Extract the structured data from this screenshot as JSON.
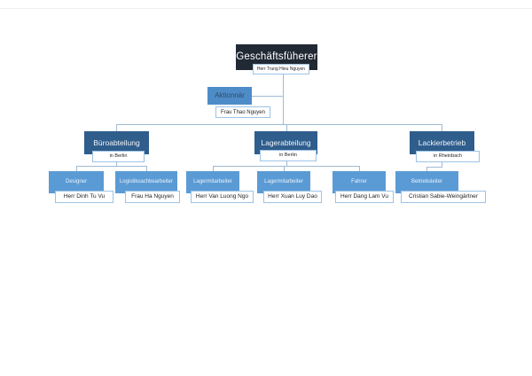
{
  "colors": {
    "root_fill": "#212934",
    "assistant_fill": "#4e8cc8",
    "department_fill": "#2f5d8c",
    "leaf_fill": "#5b9bd5",
    "tag_border": "#9dc3e6",
    "connector": "#9fbad3"
  },
  "chart": {
    "root": {
      "title": "Geschäftsfüherer",
      "name": "Herr Trung Hieu Nguyen"
    },
    "assistant": {
      "title": "Aktionnär",
      "name": "Frau Thao Nguyen"
    },
    "departments": [
      {
        "title": "Büroabteilung",
        "location": "in Berlin",
        "children": [
          {
            "title": "Designer",
            "name": "Herr Dinh Tu Vu"
          },
          {
            "title": "Logistiksachbearbeiter",
            "name": "Frau Ha Nguyen"
          }
        ]
      },
      {
        "title": "Lagerabteilung",
        "location": "in Berlin",
        "children": [
          {
            "title": "Lagermitarbeiter",
            "name": "Herr Van Luong Ngo"
          },
          {
            "title": "Lagermitarbeiter",
            "name": "Herr Xuan Luy Dao"
          },
          {
            "title": "Fahrer",
            "name": "Herr Dang Lam Vu"
          }
        ]
      },
      {
        "title": "Lackierbetrieb",
        "location": "in Rheinbach",
        "children": [
          {
            "title": "Betriebsleiter",
            "name": "Cristian Sabie-Weingärtner"
          }
        ]
      }
    ]
  }
}
